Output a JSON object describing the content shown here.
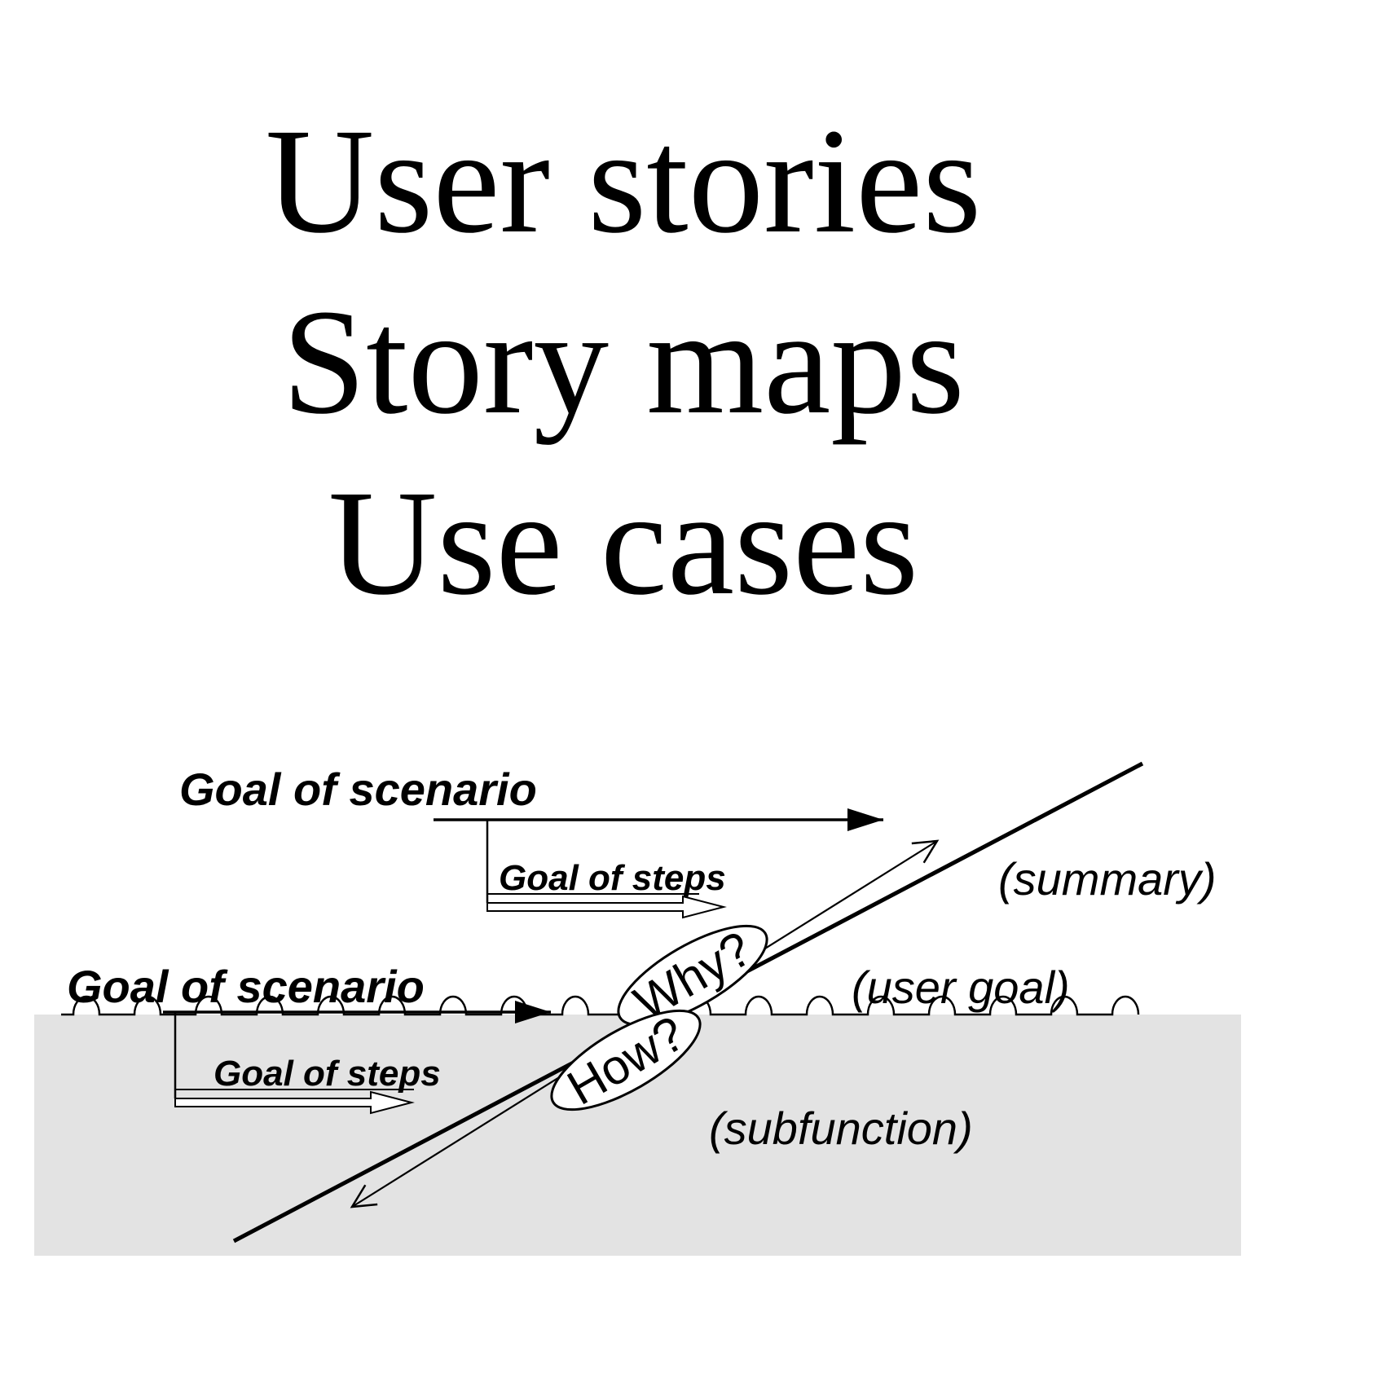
{
  "title": {
    "lines": [
      "User stories",
      "Story maps",
      "Use cases"
    ]
  },
  "diagram": {
    "upper_goal_of_scenario": "Goal of scenario",
    "upper_goal_of_steps": "Goal of steps",
    "lower_goal_of_scenario": "Goal of scenario",
    "lower_goal_of_steps": "Goal of steps",
    "why_label": "Why?",
    "how_label": "How?",
    "summary_label": "(summary)",
    "user_goal_label": "(user goal)",
    "subfunction_label": "(subfunction)",
    "colors": {
      "sea_fill": "#e3e3e3",
      "ink": "#000000"
    }
  }
}
